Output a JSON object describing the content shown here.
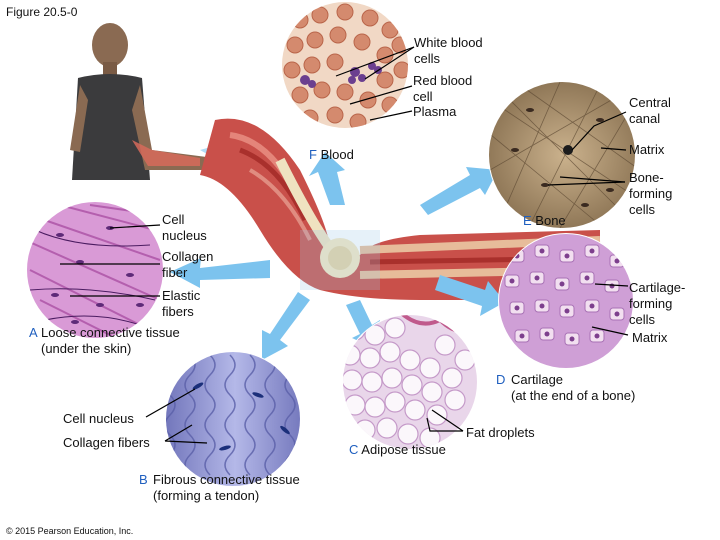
{
  "figure": {
    "label": "Figure 20.5-0",
    "copyright": "© 2015 Pearson Education, Inc."
  },
  "blood": {
    "letter": "F",
    "name": "Blood",
    "labels": {
      "wbc": "White blood\ncells",
      "rbc": "Red blood\ncell",
      "plasma": "Plasma"
    }
  },
  "bone": {
    "letter": "E",
    "name": "Bone",
    "labels": {
      "central_canal": "Central\ncanal",
      "matrix": "Matrix",
      "forming": "Bone-\nforming\ncells"
    }
  },
  "cartilage": {
    "letter": "D",
    "name": "Cartilage\n(at the end of a bone)",
    "labels": {
      "forming": "Cartilage-\nforming\ncells",
      "matrix": "Matrix"
    }
  },
  "adipose": {
    "letter": "C",
    "name": "Adipose tissue",
    "labels": {
      "fat": "Fat droplets"
    }
  },
  "fibrous": {
    "letter": "B",
    "name": "Fibrous connective tissue\n(forming a tendon)",
    "labels": {
      "nucleus": "Cell nucleus",
      "collagen": "Collagen fibers"
    }
  },
  "loose": {
    "letter": "A",
    "name": "Loose connective tissue\n(under the skin)",
    "labels": {
      "nucleus": "Cell\nnucleus",
      "collagen": "Collagen\nfiber",
      "elastic": "Elastic\nfibers"
    }
  },
  "colors": {
    "letter": "#1f5fbf",
    "arrow": "#7cc3ee"
  }
}
